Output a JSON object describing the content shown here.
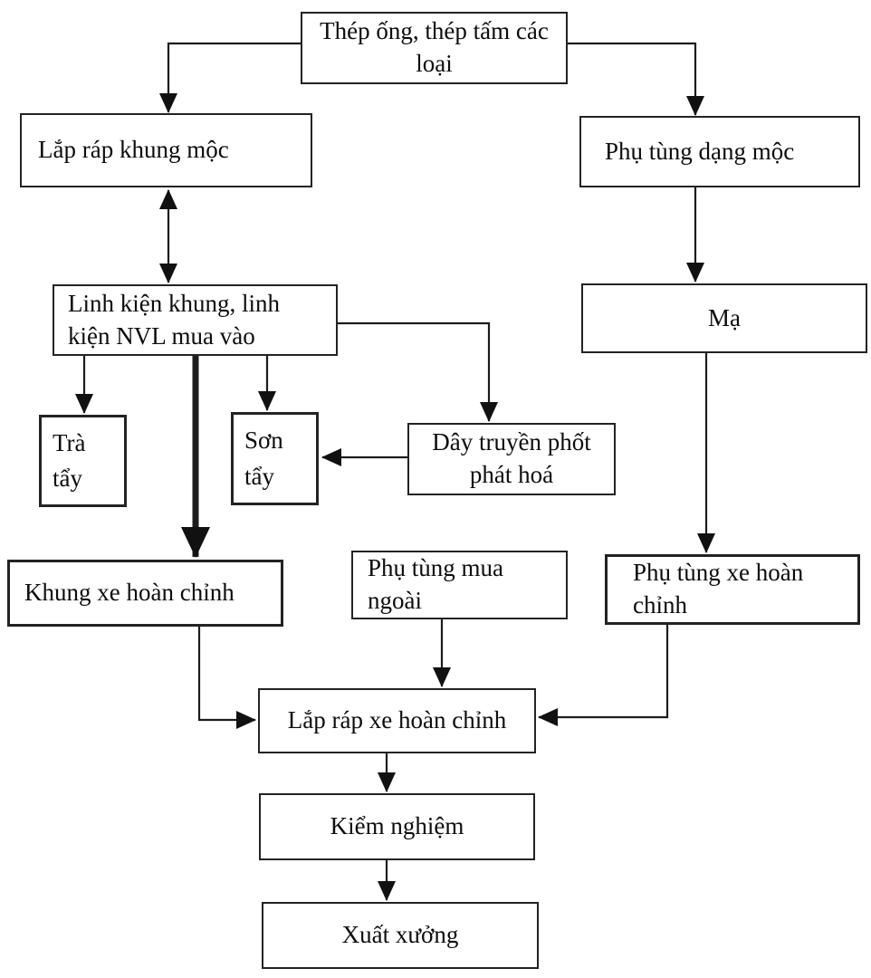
{
  "diagram": {
    "background_color": "#ffffff",
    "line_color": "#1c1c1c",
    "box_border_color": "#232323",
    "text_color": "#0d0d0d",
    "nodes": [
      {
        "id": "steel",
        "label": "Thép ống, thép tấm các\nloại"
      },
      {
        "id": "frame-assembly",
        "label": "Lắp ráp khung mộc"
      },
      {
        "id": "raw-parts",
        "label": "Phụ tùng dạng mộc"
      },
      {
        "id": "components",
        "label": "Linh kiện khung, linh\nkiện NVL mua vào"
      },
      {
        "id": "plating",
        "label": "Mạ"
      },
      {
        "id": "tra-tay",
        "label": "Trà\ntẩy"
      },
      {
        "id": "son-tay",
        "label": "Sơn\ntẩy"
      },
      {
        "id": "phosphate-line",
        "label": "Dây truyền phốt\nphát hoá"
      },
      {
        "id": "complete-frame",
        "label": "Khung xe hoàn chỉnh"
      },
      {
        "id": "outsourced-parts",
        "label": "Phụ tùng mua\nngoài"
      },
      {
        "id": "complete-parts",
        "label": "Phụ tùng xe hoàn chỉnh"
      },
      {
        "id": "vehicle-assembly",
        "label": "Lắp ráp xe hoàn chỉnh"
      },
      {
        "id": "inspection",
        "label": "Kiểm nghiệm"
      },
      {
        "id": "shipment",
        "label": "Xuất xưởng"
      }
    ],
    "edges": [
      {
        "from": "steel",
        "to": "frame-assembly"
      },
      {
        "from": "steel",
        "to": "raw-parts"
      },
      {
        "from": "frame-assembly",
        "to": "components",
        "bidirectional": true
      },
      {
        "from": "raw-parts",
        "to": "plating"
      },
      {
        "from": "plating",
        "to": "complete-parts"
      },
      {
        "from": "components",
        "to": "tra-tay"
      },
      {
        "from": "components",
        "to": "son-tay"
      },
      {
        "from": "components",
        "to": "phosphate-line"
      },
      {
        "from": "components",
        "to": "complete-frame",
        "thick": true
      },
      {
        "from": "phosphate-line",
        "to": "son-tay"
      },
      {
        "from": "complete-frame",
        "to": "vehicle-assembly"
      },
      {
        "from": "outsourced-parts",
        "to": "vehicle-assembly"
      },
      {
        "from": "complete-parts",
        "to": "vehicle-assembly"
      },
      {
        "from": "vehicle-assembly",
        "to": "inspection"
      },
      {
        "from": "inspection",
        "to": "shipment"
      }
    ]
  }
}
